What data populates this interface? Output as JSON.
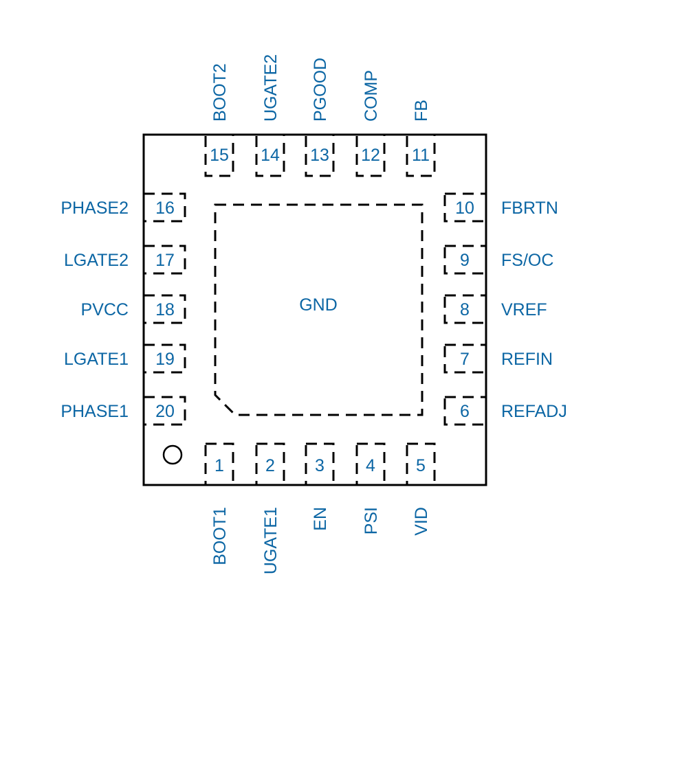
{
  "colors": {
    "label": "#0c66a4",
    "outline": "#000000",
    "background": "#ffffff"
  },
  "package": {
    "pin1_marker": "pin-1-indicator-circle",
    "exposed_pad_label": "GND"
  },
  "pins": {
    "bottom": [
      {
        "number": "1",
        "name": "BOOT1"
      },
      {
        "number": "2",
        "name": "UGATE1"
      },
      {
        "number": "3",
        "name": "EN"
      },
      {
        "number": "4",
        "name": "PSI"
      },
      {
        "number": "5",
        "name": "VID"
      }
    ],
    "right": [
      {
        "number": "6",
        "name": "REFADJ"
      },
      {
        "number": "7",
        "name": "REFIN"
      },
      {
        "number": "8",
        "name": "VREF"
      },
      {
        "number": "9",
        "name": "FS/OC"
      },
      {
        "number": "10",
        "name": "FBRTN"
      }
    ],
    "top": [
      {
        "number": "11",
        "name": "FB"
      },
      {
        "number": "12",
        "name": "COMP"
      },
      {
        "number": "13",
        "name": "PGOOD"
      },
      {
        "number": "14",
        "name": "UGATE2"
      },
      {
        "number": "15",
        "name": "BOOT2"
      }
    ],
    "left": [
      {
        "number": "16",
        "name": "PHASE2"
      },
      {
        "number": "17",
        "name": "LGATE2"
      },
      {
        "number": "18",
        "name": "PVCC"
      },
      {
        "number": "19",
        "name": "LGATE1"
      },
      {
        "number": "20",
        "name": "PHASE1"
      }
    ]
  }
}
